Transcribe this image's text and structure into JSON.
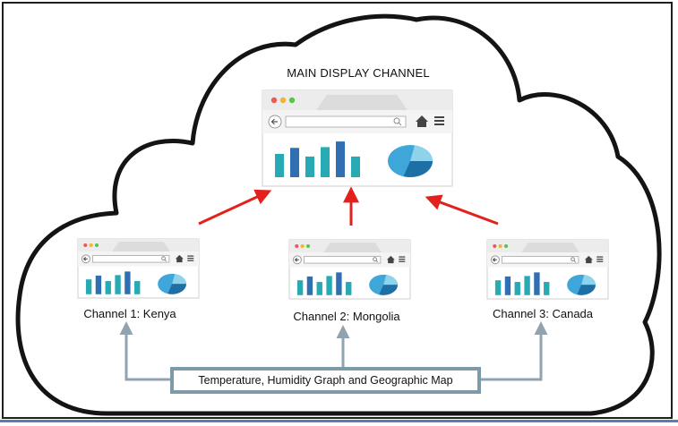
{
  "main": {
    "title": "MAIN DISPLAY CHANNEL"
  },
  "channels": [
    {
      "label": "Channel 1: Kenya"
    },
    {
      "label": "Channel 2: Mongolia"
    },
    {
      "label": "Channel 3: Canada"
    }
  ],
  "source": {
    "label": "Temperature, Humidity Graph and Geographic Map"
  },
  "colors": {
    "cloud_stroke": "#141414",
    "flow_arrow_red": "#e3201b",
    "feed_arrow_gray": "#8fa4b0",
    "source_border": "#7e9aa9",
    "bar_teal": "#27aab3",
    "bar_blue": "#2f6fb2",
    "pie_light": "#8fd3ea",
    "pie_mid": "#3fa6d9",
    "pie_dark": "#1e6fa6",
    "dot_red": "#ee5a52",
    "dot_yellow": "#f2b233",
    "dot_green": "#59c548"
  },
  "icons": {
    "back": "arrow-left-icon",
    "search": "search-icon",
    "home": "home-icon",
    "menu": "hamburger-menu-icon"
  }
}
